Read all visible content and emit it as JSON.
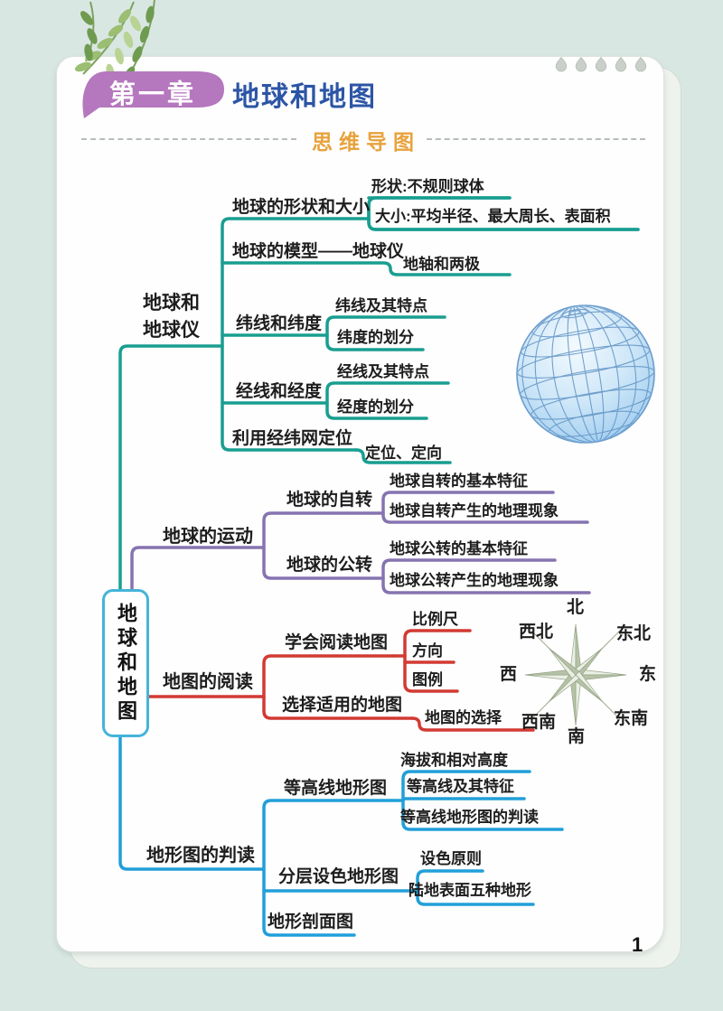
{
  "header": {
    "chapter_badge": "第一章",
    "chapter_title": "地球和地图",
    "section_title": "思维导图",
    "page_number": "1"
  },
  "colors": {
    "background": "#d9e7e3",
    "badge_purple": "#b577be",
    "title_blue": "#2c55a5",
    "section_orange": "#e8a23c",
    "branch_teal": "#189e90",
    "branch_purple": "#8574b0",
    "branch_red": "#d23a33",
    "branch_blue": "#219fd9",
    "root_border": "#45b4d9"
  },
  "mindmap": {
    "root": "地球和地图",
    "branch1": {
      "label_line1": "地球和",
      "label_line2": "地球仪",
      "n1": "地球的形状和大小",
      "n1a": "形状:不规则球体",
      "n1b": "大小:平均半径、最大周长、表面积",
      "n2": "地球的模型——地球仪",
      "n2a": "地轴和两极",
      "n3": "纬线和纬度",
      "n3a": "纬线及其特点",
      "n3b": "纬度的划分",
      "n4": "经线和经度",
      "n4a": "经线及其特点",
      "n4b": "经度的划分",
      "n5": "利用经纬网定位",
      "n5a": "定位、定向"
    },
    "branch2": {
      "label": "地球的运动",
      "n1": "地球的自转",
      "n1a": "地球自转的基本特征",
      "n1b": "地球自转产生的地理现象",
      "n2": "地球的公转",
      "n2a": "地球公转的基本特征",
      "n2b": "地球公转产生的地理现象"
    },
    "branch3": {
      "label": "地图的阅读",
      "n1": "学会阅读地图",
      "n1a": "比例尺",
      "n1b": "方向",
      "n1c": "图例",
      "n2": "选择适用的地图",
      "n2a": "地图的选择"
    },
    "branch4": {
      "label": "地形图的判读",
      "n1": "等高线地形图",
      "n1a": "海拔和相对高度",
      "n1b": "等高线及其特征",
      "n1c": "等高线地形图的判读",
      "n2": "分层设色地形图",
      "n2a": "设色原则",
      "n2b": "陆地表面五种地形",
      "n3": "地形剖面图"
    }
  },
  "compass": {
    "n": "北",
    "ne": "东北",
    "e": "东",
    "se": "东南",
    "s": "南",
    "sw": "西南",
    "w": "西",
    "nw": "西北"
  }
}
